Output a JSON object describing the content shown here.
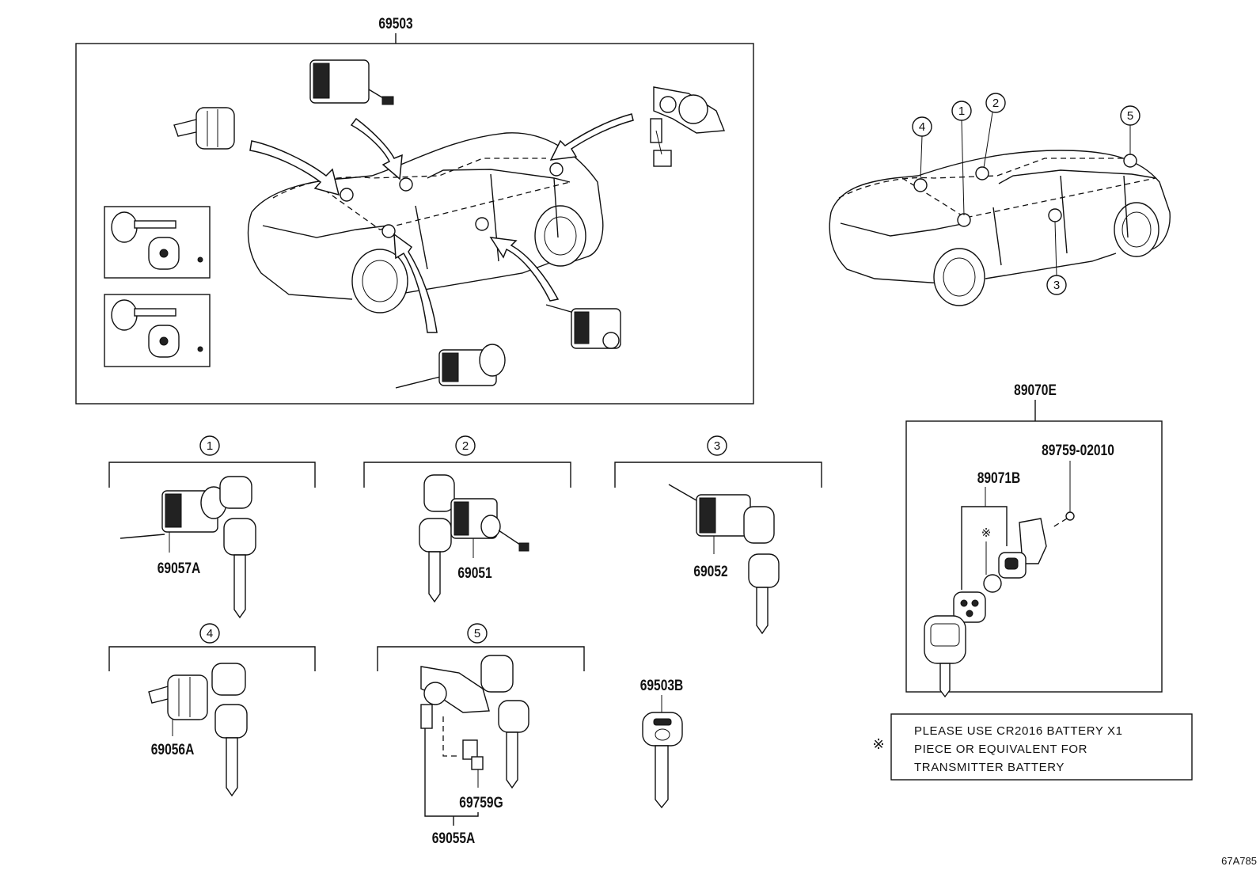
{
  "part_numbers": {
    "lock_set_main": "69503",
    "ignition_cylinder": "69057A",
    "front_door_lock_l": "69051",
    "front_door_lock_r": "69052",
    "trunk_cylinder": "69056A",
    "luggage_lock": "69055A",
    "switch_sub": "69759G",
    "blank_key": "69503B",
    "transmitter": "89070E",
    "transmitter_case": "89071B",
    "screw": "89759-02010"
  },
  "callouts": [
    "1",
    "2",
    "3",
    "4",
    "5"
  ],
  "note": {
    "symbol": "※",
    "lines": [
      "PLEASE USE CR2016 BATTERY X1",
      "PIECE OR EQUIVALENT FOR",
      "TRANSMITTER BATTERY"
    ]
  },
  "reference_code": "67A785"
}
